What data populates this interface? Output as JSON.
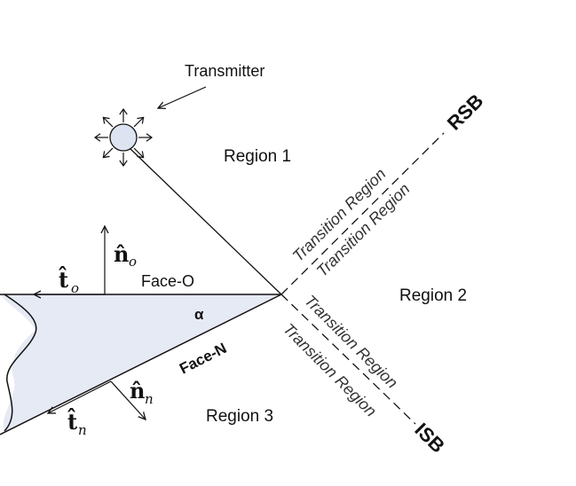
{
  "labels": {
    "transmitter": "Transmitter",
    "rsb": "RSB",
    "isb": "ISB",
    "region1": "Region 1",
    "region2": "Region 2",
    "region3": "Region 3",
    "transition_upper_1": "Transition Region",
    "transition_upper_2": "Transition Region",
    "transition_lower_1": "Transition Region",
    "transition_lower_2": "Transition Region",
    "face_o": "Face-O",
    "face_n": "Face-N",
    "alpha": "α",
    "t_o": "t̂",
    "t_o_sub": "o",
    "n_o": "n̂",
    "n_o_sub": "o",
    "n_n": "n̂",
    "n_n_sub": "n",
    "t_n": "t̂",
    "t_n_sub": "n"
  },
  "colors": {
    "wedge_fill": "#e6eaf4",
    "transmitter_fill": "#dde3f0",
    "stroke": "#111111"
  }
}
